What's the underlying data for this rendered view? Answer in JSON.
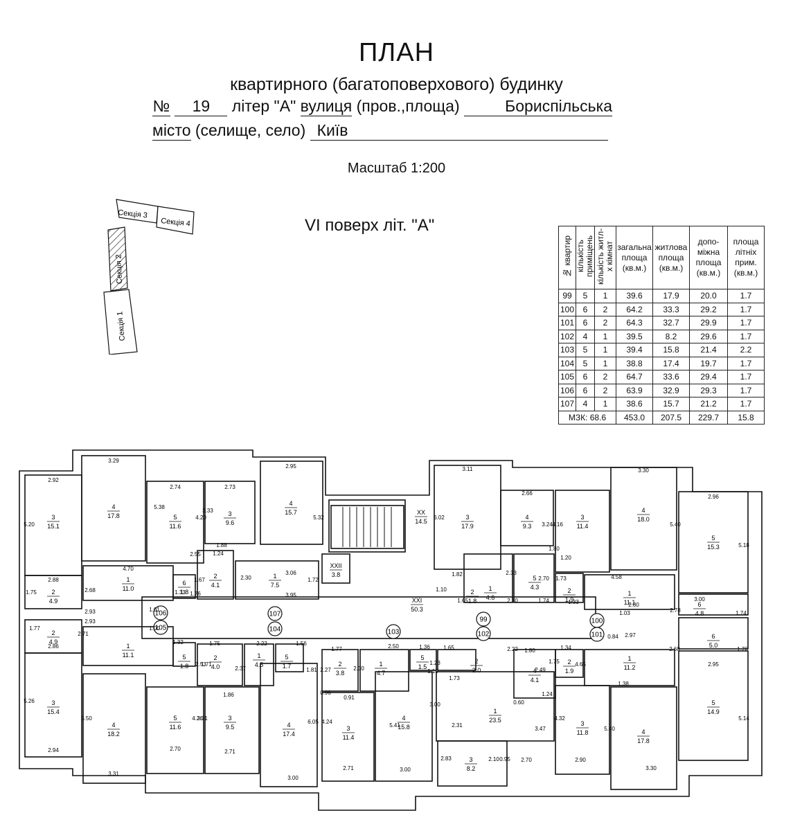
{
  "header": {
    "title": "ПЛАН",
    "subtitle": "квартирного (багатоповерхового) будинку",
    "number_label": "№",
    "number_value": "19",
    "letter_label": "літер \"А\"",
    "street_label": "вулиця",
    "street_rest": "(пров.,площа)",
    "street_value": "Бориспільська",
    "city_label": "місто",
    "city_rest": "(селище, село)",
    "city_value": "Київ",
    "scale": "Масштаб 1:200",
    "floor": "VI поверх літ. \"А\""
  },
  "key_map": {
    "sections": [
      "Секція 1",
      "Секція 2",
      "Секція 3",
      "Секція 4"
    ]
  },
  "table": {
    "headers": [
      "№ квартир",
      "кількість приміщень",
      "кількість житл-х кімнат",
      "загальна площа (кв.м.)",
      "житлова площа (кв.м.)",
      "допо-міжна площа (кв.м.)",
      "площа літніх прим. (кв.м.)"
    ],
    "rows": [
      [
        "99",
        "5",
        "1",
        "39.6",
        "17.9",
        "20.0",
        "1.7"
      ],
      [
        "100",
        "6",
        "2",
        "64.2",
        "33.3",
        "29.2",
        "1.7"
      ],
      [
        "101",
        "6",
        "2",
        "64.3",
        "32.7",
        "29.9",
        "1.7"
      ],
      [
        "102",
        "4",
        "1",
        "39.5",
        "8.2",
        "29.6",
        "1.7"
      ],
      [
        "103",
        "5",
        "1",
        "39.4",
        "15.8",
        "21.4",
        "2.2"
      ],
      [
        "104",
        "5",
        "1",
        "38.8",
        "17.4",
        "19.7",
        "1.7"
      ],
      [
        "105",
        "6",
        "2",
        "64.7",
        "33.6",
        "29.4",
        "1.7"
      ],
      [
        "106",
        "6",
        "2",
        "63.9",
        "32.9",
        "29.3",
        "1.7"
      ],
      [
        "107",
        "4",
        "1",
        "38.6",
        "15.7",
        "21.2",
        "1.7"
      ]
    ],
    "footer": {
      "label": "МЗК: 68.6",
      "total": "453.0",
      "living": "207.5",
      "aux": "229.7",
      "summer": "15.8"
    }
  },
  "plan": {
    "rooms": [
      {
        "n": "3",
        "a": "15.1"
      },
      {
        "n": "4",
        "a": "17.8"
      },
      {
        "n": "5",
        "a": "11.6"
      },
      {
        "n": "3",
        "a": "9.6"
      },
      {
        "n": "4",
        "a": "15.7"
      },
      {
        "n": "XX",
        "a": "14.5"
      },
      {
        "n": "3",
        "a": "17.9"
      },
      {
        "n": "4",
        "a": "9.3"
      },
      {
        "n": "3",
        "a": "11.4"
      },
      {
        "n": "4",
        "a": "18.0"
      },
      {
        "n": "5",
        "a": "15.3"
      },
      {
        "n": "XXII",
        "a": "3.8"
      },
      {
        "n": "1",
        "a": "11.0"
      },
      {
        "n": "6",
        "a": "1.8"
      },
      {
        "n": "2",
        "a": "4.1"
      },
      {
        "n": "1",
        "a": "7.5"
      },
      {
        "n": "2",
        "a": "4.9"
      },
      {
        "n": "XXI",
        "a": "50.3"
      },
      {
        "n": "2",
        "a": "1.8"
      },
      {
        "n": "1",
        "a": "4.6"
      },
      {
        "n": "5",
        "a": "4.3"
      },
      {
        "n": "2",
        "a": "1.9"
      },
      {
        "n": "1",
        "a": "11.1"
      },
      {
        "n": "6",
        "a": "4.8"
      },
      {
        "n": "2",
        "a": "4.9"
      },
      {
        "n": "1",
        "a": "11.1"
      },
      {
        "n": "5",
        "a": "1.8"
      },
      {
        "n": "2",
        "a": "4.0"
      },
      {
        "n": "1",
        "a": "4.5"
      },
      {
        "n": "5",
        "a": "1.7"
      },
      {
        "n": "2",
        "a": "3.8"
      },
      {
        "n": "1",
        "a": "4.7"
      },
      {
        "n": "5",
        "a": "1.5"
      },
      {
        "n": "2",
        "a": "2.0"
      },
      {
        "n": "4",
        "a": "4.1"
      },
      {
        "n": "2",
        "a": "1.9"
      },
      {
        "n": "1",
        "a": "11.2"
      },
      {
        "n": "6",
        "a": "5.0"
      },
      {
        "n": "3",
        "a": "15.4"
      },
      {
        "n": "4",
        "a": "18.2"
      },
      {
        "n": "5",
        "a": "11.6"
      },
      {
        "n": "3",
        "a": "9.5"
      },
      {
        "n": "4",
        "a": "17.4"
      },
      {
        "n": "3",
        "a": "11.4"
      },
      {
        "n": "4",
        "a": "15.8"
      },
      {
        "n": "1",
        "a": "23.5"
      },
      {
        "n": "3",
        "a": "8.2"
      },
      {
        "n": "3",
        "a": "11.8"
      },
      {
        "n": "4",
        "a": "17.8"
      },
      {
        "n": "5",
        "a": "14.9"
      }
    ],
    "apartments": [
      "106",
      "105",
      "107",
      "104",
      "103",
      "99",
      "102",
      "100",
      "101"
    ],
    "dims": [
      "3.29",
      "2.92",
      "5.20",
      "5.38",
      "2.74",
      "4.20",
      "2.73",
      "3.33",
      "2.95",
      "5.32",
      "4.70",
      "1.88",
      "1.24",
      "2.55",
      "3.06",
      "1.72",
      "1.67",
      "1.33",
      "1.76",
      "2.30",
      "3.95",
      "2.88",
      "2.68",
      "1.75",
      "2.93",
      "1.01",
      "3.11",
      "6.02",
      "2.66",
      "3.24",
      "4.16",
      "3.30",
      "5.40",
      "2.96",
      "5.18",
      "1.80",
      "1.20",
      "2.33",
      "2.70",
      "4.58",
      "1.82",
      "1.10",
      "1.65",
      "2.30",
      "1.74",
      "1.73",
      "1.33",
      "2.80",
      "1.03",
      "3.00",
      "2.78",
      "1.74",
      "2.93",
      "1.00",
      "2.71",
      "1.77",
      "2.86",
      "1.32",
      "1.75",
      "2.22",
      "1.56",
      "1.77",
      "2.50",
      "1.36",
      "1.65",
      "2.22",
      "1.80",
      "1.34",
      "2.97",
      "0.84",
      "2.68",
      "1.76",
      "2.95",
      "2.53",
      "1.71",
      "2.37",
      "1.81",
      "2.27",
      "2.30",
      "1.23",
      "1.10",
      "2.49",
      "1.75",
      "4.65",
      "1.38",
      "1.24",
      "0.96",
      "0.91",
      "1.73",
      "0.60",
      "4.32",
      "1.86",
      "3.31",
      "4.26",
      "5.26",
      "5.50",
      "6.05",
      "4.24",
      "5.41",
      "3.00",
      "2.31",
      "3.47",
      "5.40",
      "5.14",
      "2.94",
      "2.70",
      "2.71",
      "3.31",
      "3.00",
      "2.71",
      "3.00",
      "2.83",
      "2.10",
      "0.95",
      "2.70",
      "2.90",
      "3.30"
    ]
  }
}
